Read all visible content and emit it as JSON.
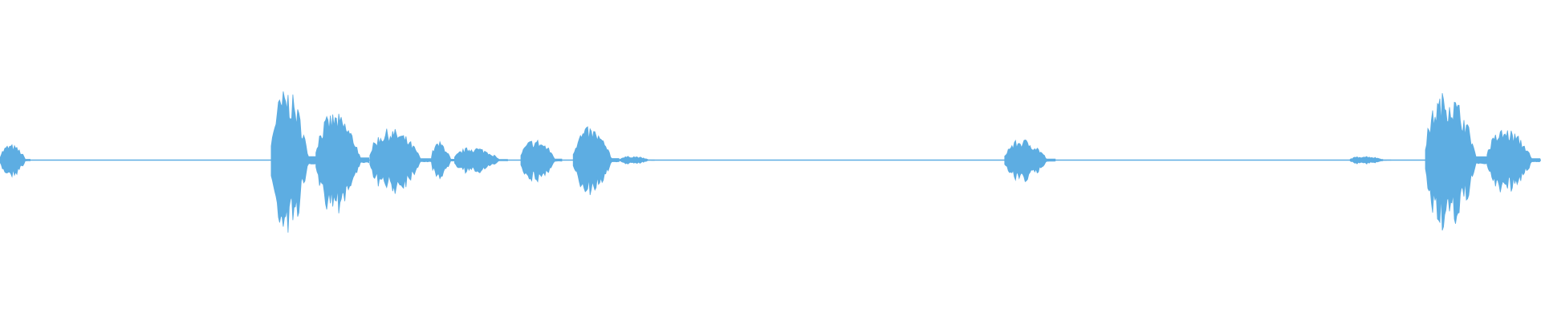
{
  "waveform": {
    "color": "#5dade2",
    "background": "#ffffff",
    "duration_fraction_segments": [
      {
        "start": 0.0,
        "end": 0.02,
        "peak": 0.12
      },
      {
        "start": 0.176,
        "end": 0.205,
        "peak": 0.54
      },
      {
        "start": 0.205,
        "end": 0.24,
        "peak": 0.36
      },
      {
        "start": 0.24,
        "end": 0.28,
        "peak": 0.24
      },
      {
        "start": 0.28,
        "end": 0.295,
        "peak": 0.14
      },
      {
        "start": 0.295,
        "end": 0.33,
        "peak": 0.1
      },
      {
        "start": 0.338,
        "end": 0.365,
        "peak": 0.16
      },
      {
        "start": 0.372,
        "end": 0.402,
        "peak": 0.25
      },
      {
        "start": 0.402,
        "end": 0.425,
        "peak": 0.03
      },
      {
        "start": 0.652,
        "end": 0.685,
        "peak": 0.16
      },
      {
        "start": 0.876,
        "end": 0.903,
        "peak": 0.03
      },
      {
        "start": 0.925,
        "end": 0.965,
        "peak": 0.52
      },
      {
        "start": 0.965,
        "end": 1.0,
        "peak": 0.24
      }
    ]
  }
}
